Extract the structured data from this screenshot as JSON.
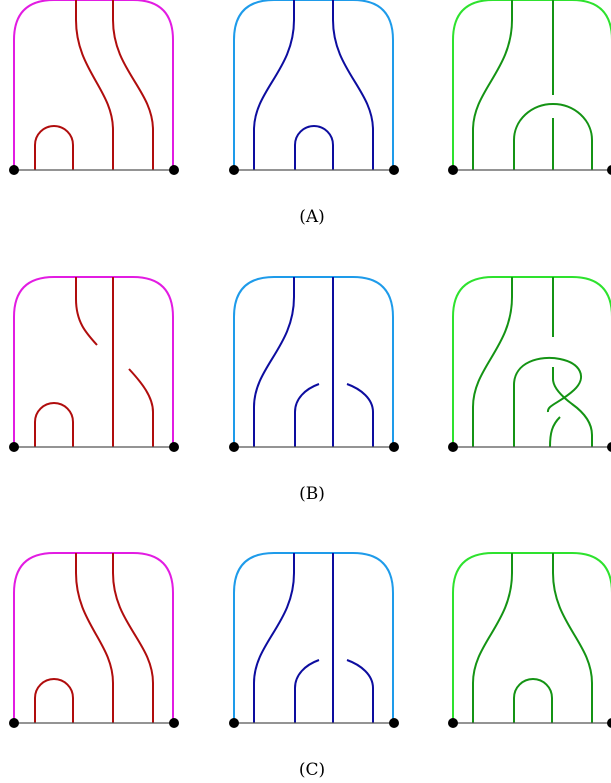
{
  "colors": {
    "magenta_frame": "#e21ce2",
    "red_strand": "#b00d0d",
    "blue_frame": "#1e9bea",
    "navy_strand": "#0d0d9f",
    "green_frame": "#2ee22e",
    "darkgreen_strand": "#149314",
    "base_line": "#555555",
    "endpoint": "#000000"
  },
  "rows": [
    {
      "caption": "(A)",
      "panels": [
        "magenta-red",
        "blue-navy",
        "green-darkgreen"
      ]
    },
    {
      "caption": "(B)",
      "panels": [
        "magenta-red",
        "blue-navy",
        "green-darkgreen"
      ]
    },
    {
      "caption": "(C)",
      "panels": [
        "magenta-red",
        "blue-navy",
        "green-darkgreen"
      ]
    }
  ]
}
